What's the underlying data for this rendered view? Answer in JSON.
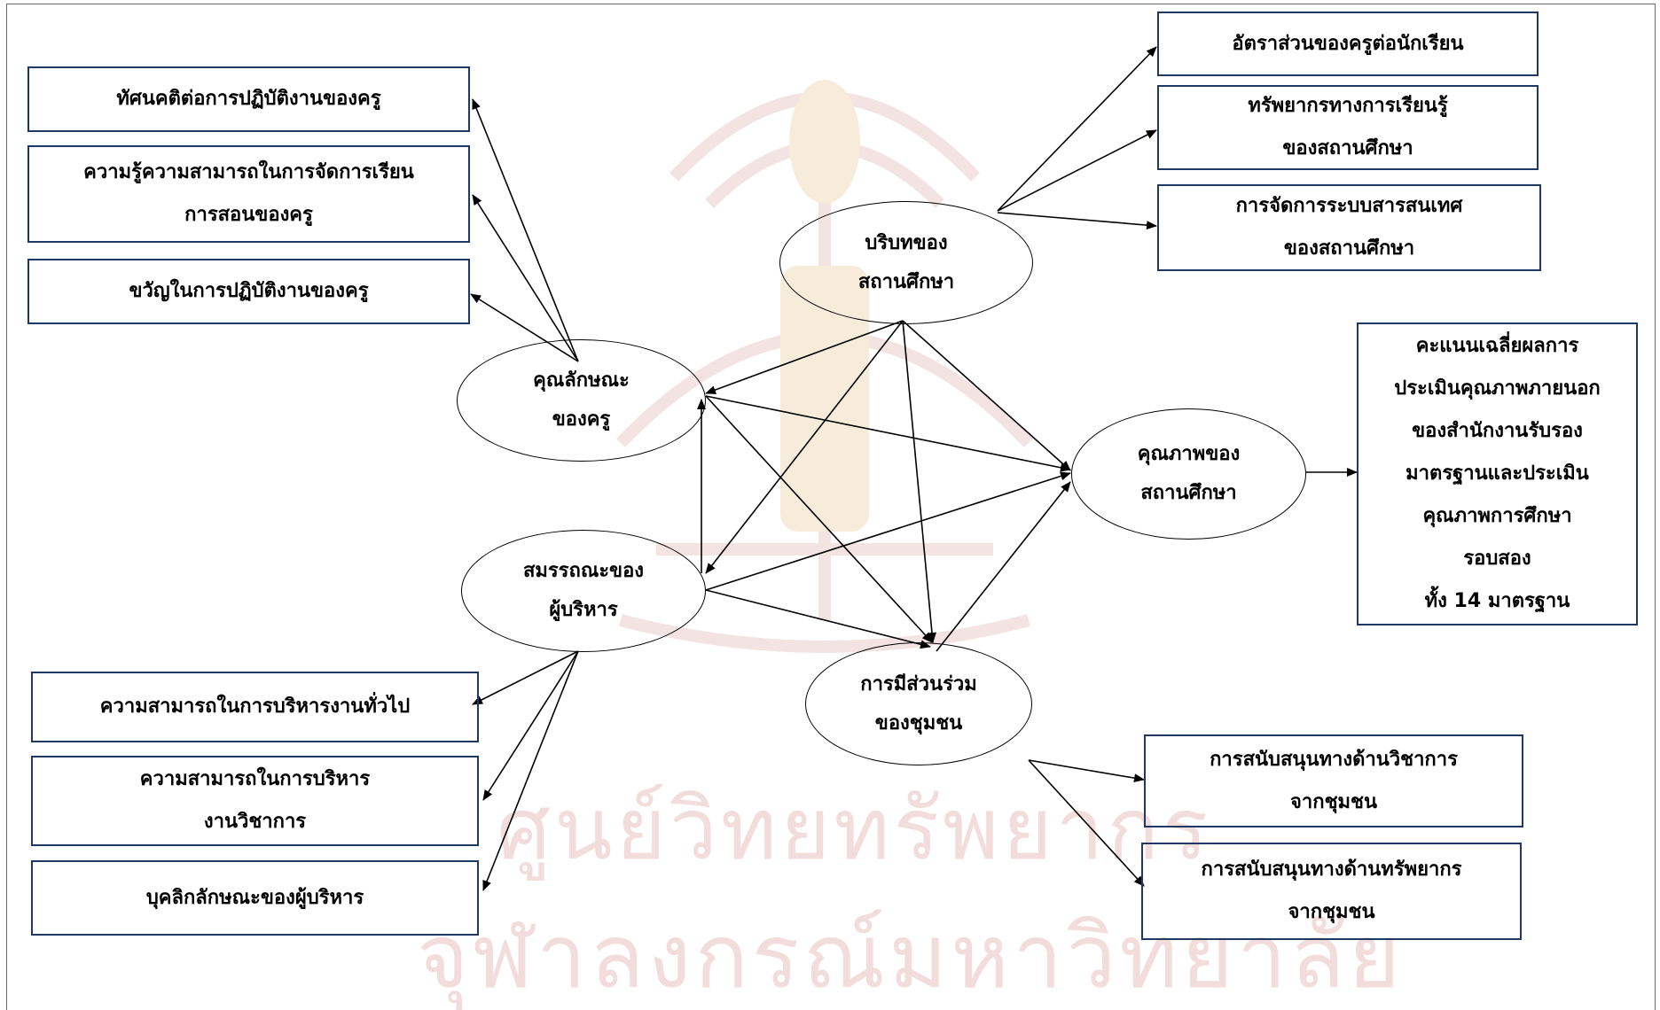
{
  "latent": {
    "school_context": "บริบทของ\nสถานศึกษา",
    "teacher_char": "คุณลักษณะ\nของครู",
    "admin_competency": "สมรรถณะของ\nผู้บริหาร",
    "school_quality": "คุณภาพของ\nสถานศึกษา",
    "community": "การมีส่วนร่วม\nของชุมชน"
  },
  "indicators": {
    "t1": "ทัศนคติต่อการปฏิบัติงานของครู",
    "t2": "ความรู้ความสามารถในการจัดการเรียน\nการสอนของครู",
    "t3": "ขวัญในการปฏิบัติงานของครู",
    "c1": "อัตราส่วนของครูต่อนักเรียน",
    "c2": "ทรัพยากรทางการเรียนรู้\nของสถานศึกษา",
    "c3": "การจัดการระบบสารสนเทศ\nของสถานศึกษา",
    "q1": "คะแนนเฉลี่ยผลการ\nประเมินคุณภาพภายนอก\nของสำนักงานรับรอง\nมาตรฐานและประเมิน\nคุณภาพการศึกษา\nรอบสอง\nทั้ง 14 มาตรฐาน",
    "a1": "ความสามารถในการบริหารงานทั่วไป",
    "a2": "ความสามารถในการบริหาร\nงานวิชาการ",
    "a3": "บุคลิกลักษณะของผู้บริหาร",
    "m1": "การสนับสนุนทางด้านวิชาการ\nจากชุมชน",
    "m2": "การสนับสนุนทางด้านทรัพยากร\nจากชุมชน"
  },
  "watermark": {
    "line1": "ศูนย์วิทยทรัพยากร",
    "line2": "จุฬาลงกรณ์มหาวิทยาลัย"
  }
}
